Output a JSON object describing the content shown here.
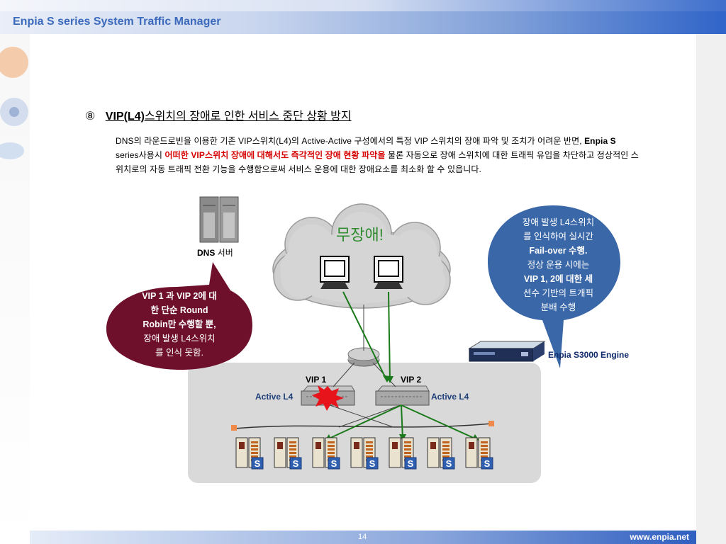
{
  "header": {
    "title": "Enpia S series System Traffic Manager"
  },
  "section": {
    "number": "⑧",
    "title_bold": "VIP(L4)",
    "title_rest": "스위치의 장애로 인한 서비스 중단 상황 방지"
  },
  "paragraph": {
    "part1": "DNS의 라운드로빈을 이용한 기존 VIP스위치(L4)의 Active-Active 구성에서의 특정 VIP 스위치의 장애 파악 및 조치가 어려운 반면, ",
    "bold": "Enpia S",
    "part2": " series사용시 ",
    "red": "어떠한 VIP스위치 장애에 대해서도 즉각적인 장애 현황 파악을",
    "part3": " 물론 자동으로 장애 스위치에 대한 트래픽 유입을 차단하고 정상적인 스위치로의 자동 트래픽 전환 기능을 수행함으로써 서비스 운용에 대한 장애요소를 최소화 할 수 있읍니다."
  },
  "diagram": {
    "dns_label_bold": "DNS",
    "dns_label_rest": " 서버",
    "no_error_label": "무장애!",
    "vip1_label": "VIP 1",
    "vip2_label": "VIP 2",
    "active_l4_left": "Active L4",
    "active_l4_right": "Active L4",
    "engine_label": "Enpia S3000 Engine",
    "server_badge": "S",
    "left_callout": [
      "VIP 1 과 VIP 2에 대",
      "한 단순 Round",
      "Robin만 수행할 뿐,",
      "장애 발생 L4스위치",
      "를 인식 못함."
    ],
    "right_callout": [
      "장애 발생 L4스위치",
      "를 인식하여 실시간",
      "Fail-over 수행.",
      "정상 운용 시에는",
      "VIP 1, 2에 대한 세",
      "션수 기반의 트개픽",
      "분배 수행"
    ]
  },
  "footer": {
    "page": "14",
    "url": "www.enpia.net"
  },
  "colors": {
    "header_text": "#3c6bbd",
    "left_callout_bg": "#6e0f2c",
    "right_callout_bg": "#3a67a7",
    "accent_red": "#d60000",
    "green_line": "#1a7a1a"
  }
}
